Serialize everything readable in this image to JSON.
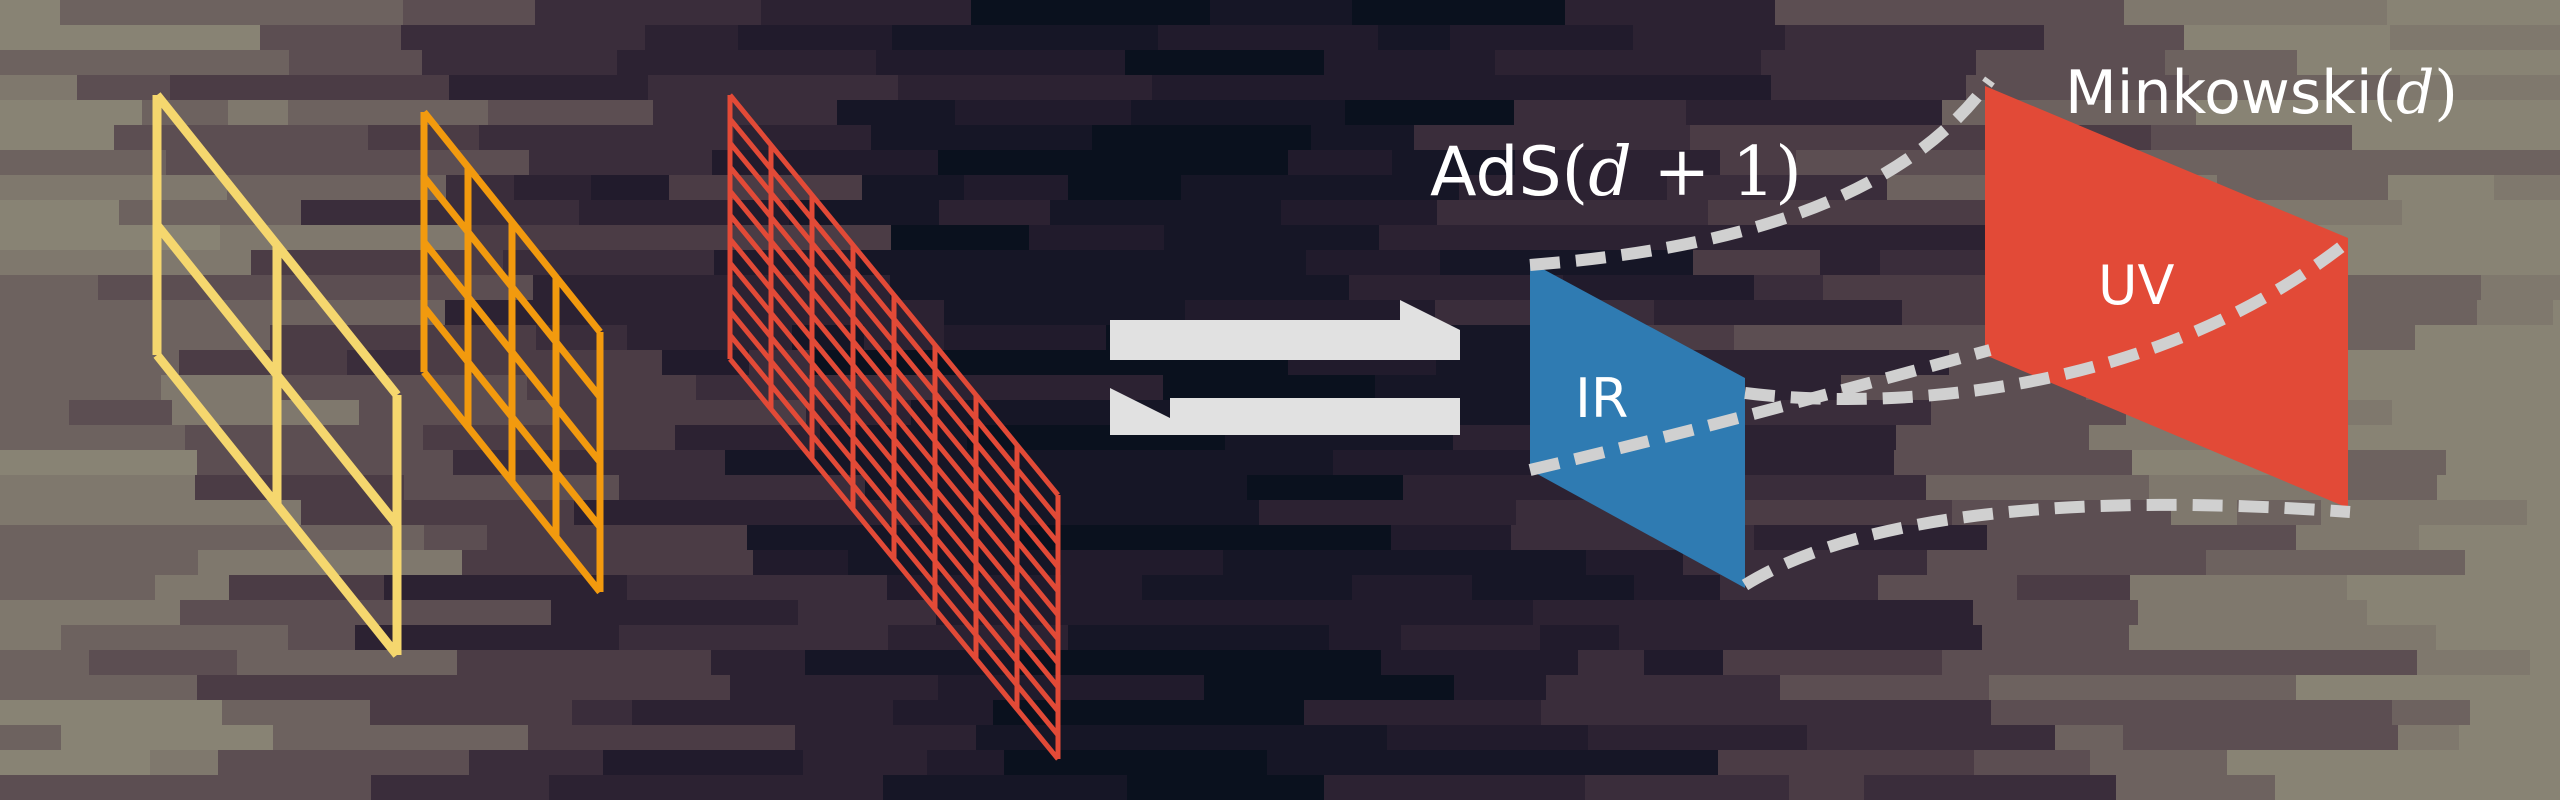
{
  "diagram": {
    "arrow_symbol": "⇌",
    "ads_label": {
      "prefix": "AdS",
      "open_paren": "(",
      "var": "d",
      "op": " + 1",
      "close_paren": ")"
    },
    "minkowski_label": {
      "prefix": "Minkowski",
      "open_paren": "(",
      "var": "d",
      "close_paren": ")"
    },
    "ir_label": "IR",
    "uv_label": "UV",
    "lattices": [
      {
        "name": "coarse",
        "color": "#f5d76e",
        "rows": 2,
        "cols": 2
      },
      {
        "name": "medium",
        "color": "#f29a0e",
        "rows": 4,
        "cols": 4
      },
      {
        "name": "fine",
        "color": "#e24a37",
        "rows": 11,
        "cols": 8
      }
    ],
    "colors": {
      "background": "#161626",
      "ir_panel": "#2f7bb2",
      "uv_panel": "#e24a37",
      "dashed_lines": "#d0d0d0",
      "arrows": "#e1e1e1"
    }
  }
}
